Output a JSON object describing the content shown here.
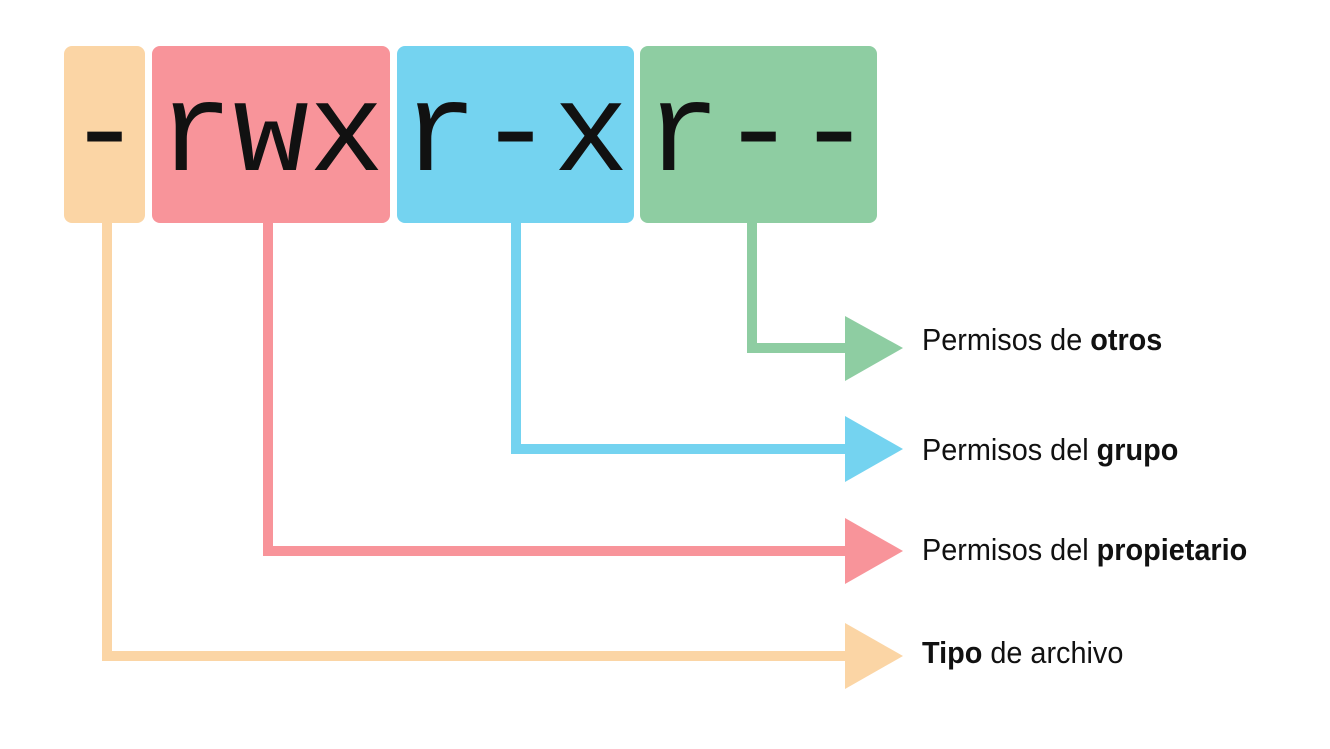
{
  "permission_string": {
    "type": {
      "chars": "-",
      "color": "#fbd5a5"
    },
    "owner": {
      "chars": "rwx",
      "color": "#f8949a"
    },
    "group": {
      "chars": "r-x",
      "color": "#74d3f0"
    },
    "others": {
      "chars": "r--",
      "color": "#8ecda2"
    }
  },
  "labels": {
    "others": {
      "prefix": "Permisos de ",
      "bold": "otros",
      "suffix": ""
    },
    "group": {
      "prefix": "Permisos del ",
      "bold": "grupo",
      "suffix": ""
    },
    "owner": {
      "prefix": "Permisos del ",
      "bold": "propietario",
      "suffix": ""
    },
    "type": {
      "prefix": "",
      "bold": "Tipo",
      "suffix": " de archivo"
    }
  }
}
